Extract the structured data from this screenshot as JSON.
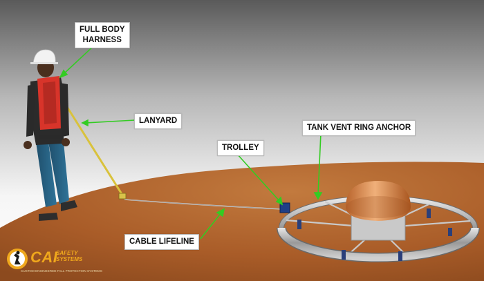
{
  "callouts": {
    "full_body_harness": "FULL BODY\nHARNESS",
    "lanyard": "LANYARD",
    "trolley": "TROLLEY",
    "tank_vent_ring_anchor": "TANK VENT RING ANCHOR",
    "cable_lifeline": "CABLE LIFELINE"
  },
  "logo": {
    "brand": "CAI",
    "line1": "SAFETY",
    "line2": "SYSTEMS",
    "tagline": "CUSTOM ENGINEERED FALL PROTECTION SYSTEMS"
  },
  "colors": {
    "callout_arrow": "#33cc22",
    "tank_roof": "#b0642c",
    "harness": "#d8342a",
    "lanyard": "#d9c23c",
    "logo_accent": "#f0a81c"
  }
}
